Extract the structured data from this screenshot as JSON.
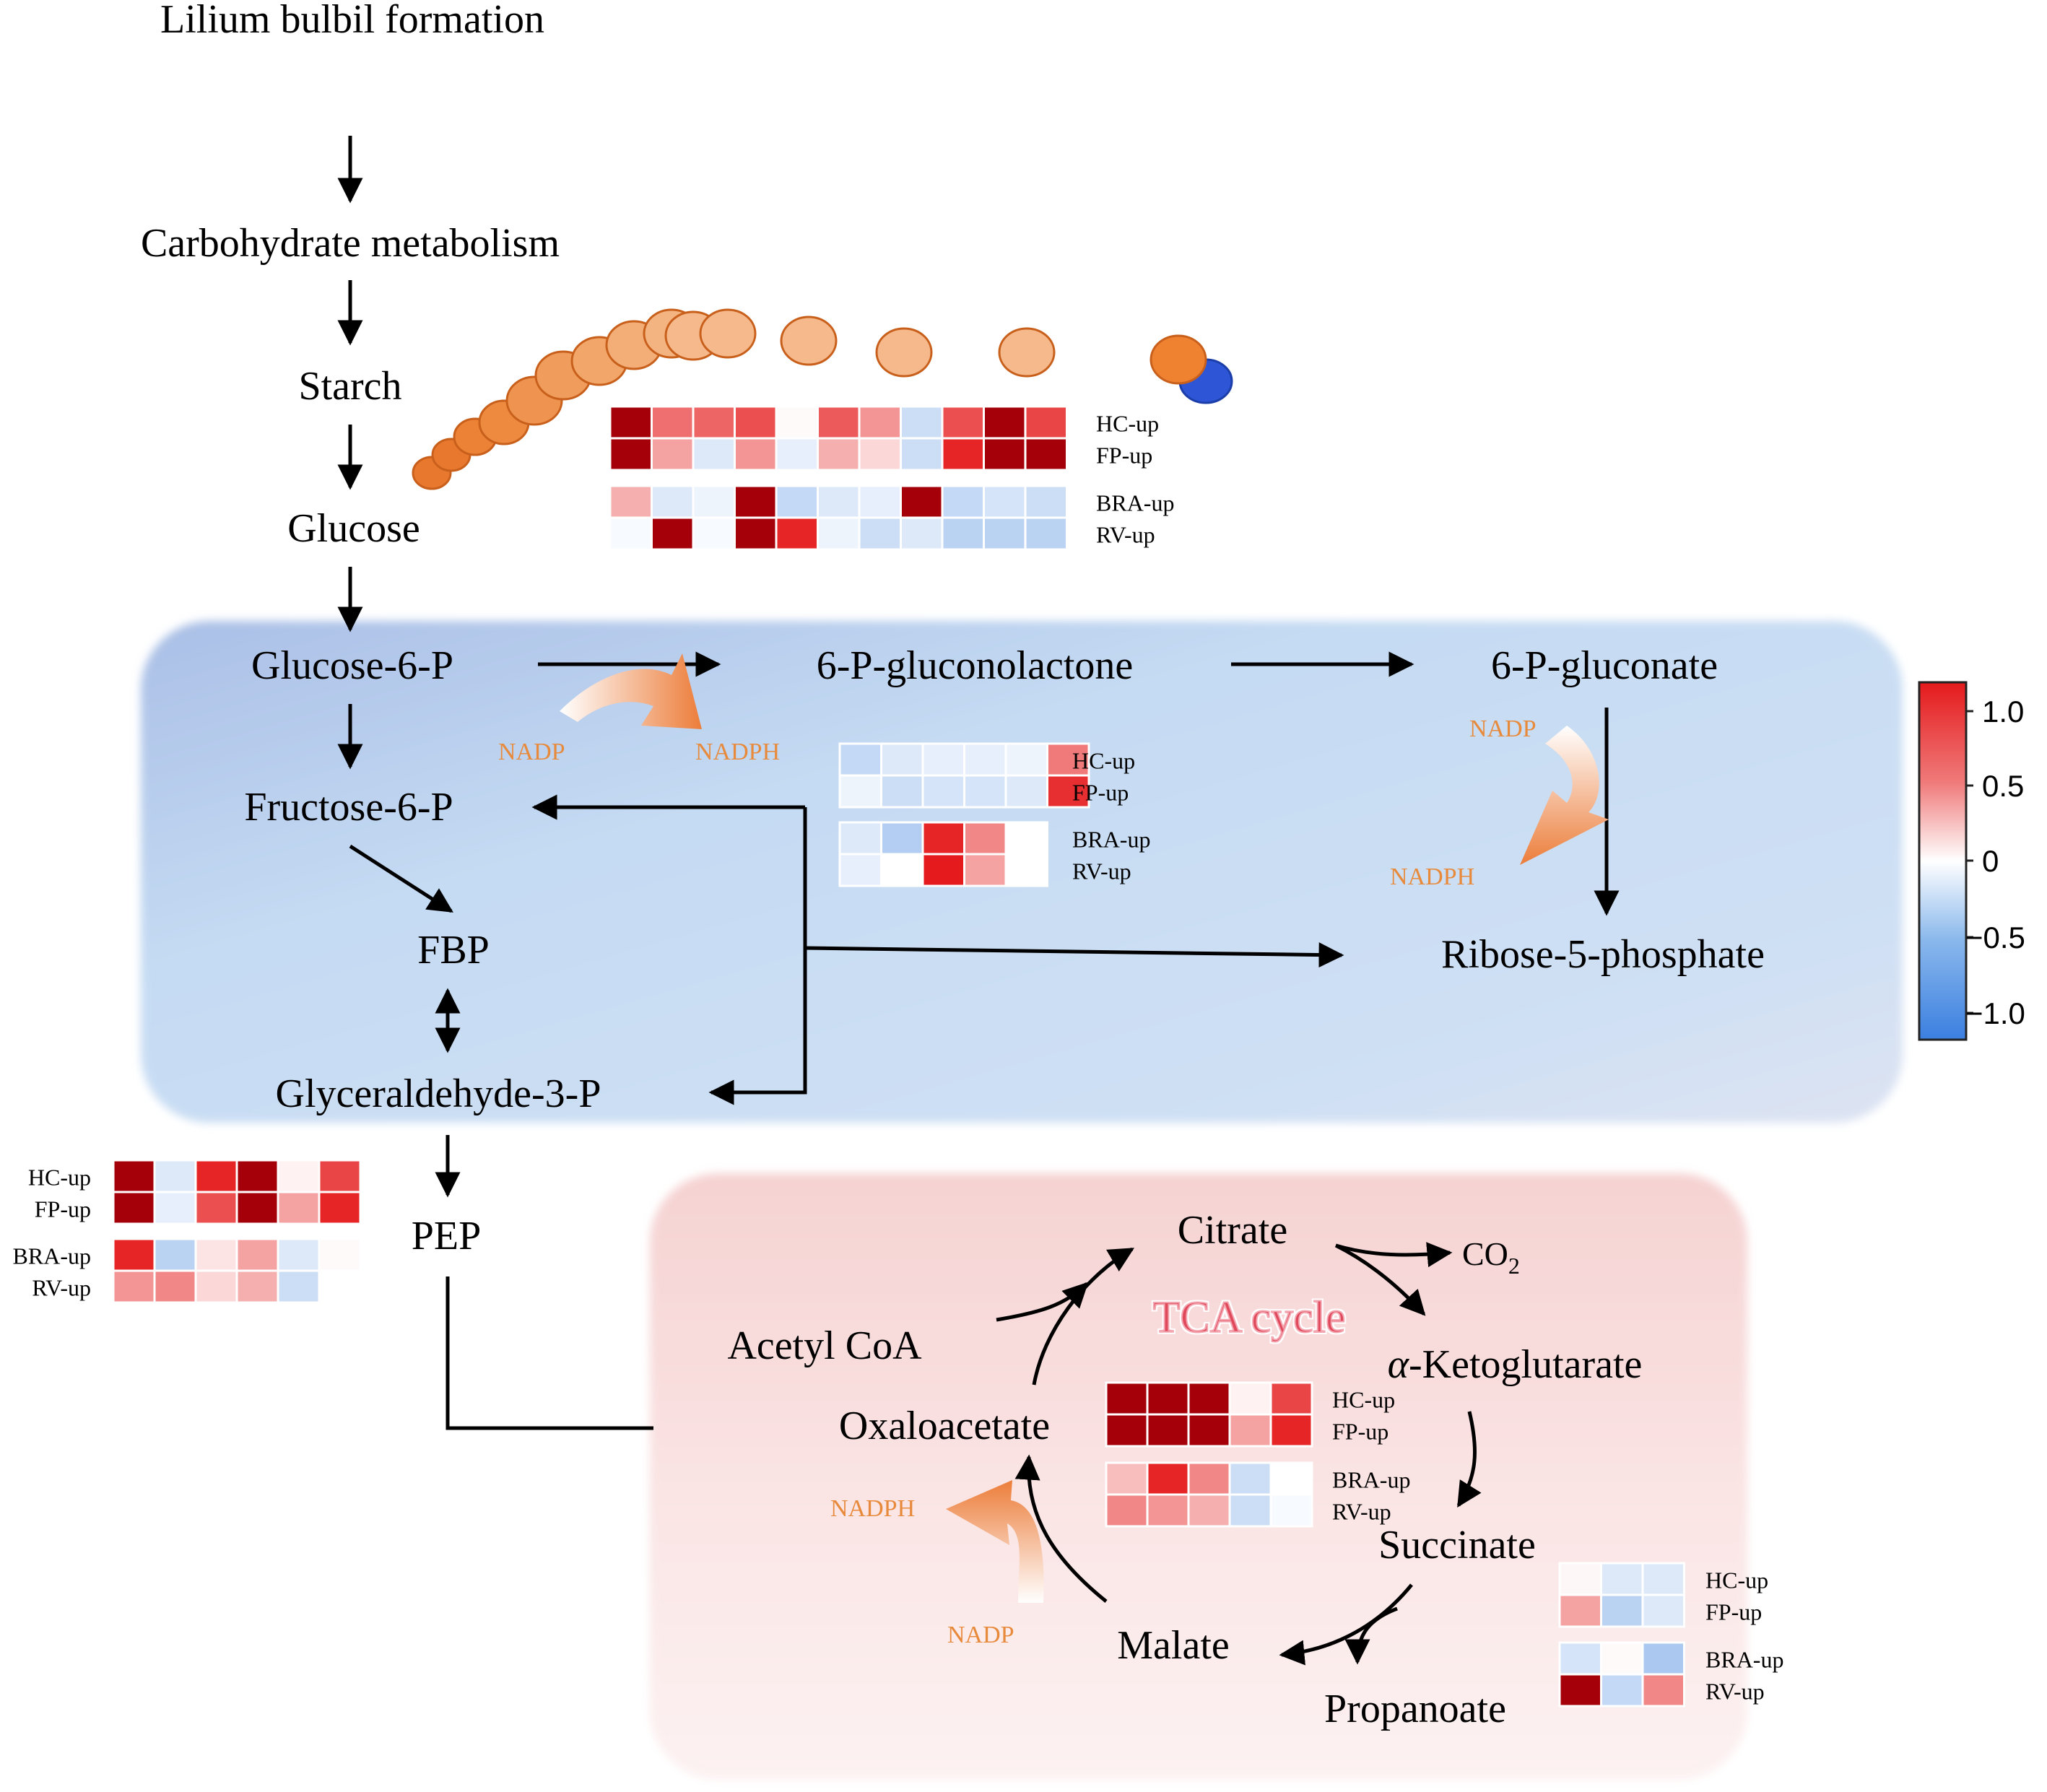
{
  "title": "Lilium bulbil formation",
  "nodes": {
    "carbohydrate": "Carbohydrate metabolism",
    "starch": "Starch",
    "glucose": "Glucose",
    "g6p": "Glucose-6-P",
    "gluconolactone": "6-P-gluconolactone",
    "gluconate": "6-P-gluconate",
    "f6p": "Fructose-6-P",
    "fbp": "FBP",
    "r5p": "Ribose-5-phosphate",
    "g3p": "Glyceraldehyde-3-P",
    "pep": "PEP",
    "citrate": "Citrate",
    "co2_main": "CO",
    "co2_sub": "2",
    "tca": "TCA cycle",
    "acetyl": "Acetyl CoA",
    "akg_prefix": "α",
    "akg_rest": "-Ketoglutarate",
    "oxaloacetate": "Oxaloacetate",
    "succinate": "Succinate",
    "malate": "Malate",
    "propanoate": "Propanoate"
  },
  "cofactors": {
    "nadp": "NADP",
    "nadph": "NADPH"
  },
  "colors": {
    "panel_blue": "#c3d9f1",
    "panel_pink": "#f8dcdc",
    "arrow": "#000000",
    "cofactor_orange": "#e88a3c",
    "starch_dark": "#e9782f",
    "starch_light": "#f5b98c",
    "glucose_blue": "#2d55d6",
    "tca_label": "#e0485c"
  },
  "heatmap_colorbar": {
    "ticks": [
      "1.0",
      "0.5",
      "0",
      "−0.5",
      "−1.0"
    ],
    "min": -1.2,
    "max": 1.2
  },
  "heatmaps": [
    {
      "id": "starch",
      "groups": [
        {
          "rows": [
            {
              "label": "HC-up",
              "values": [
                1.1,
                0.55,
                0.6,
                0.7,
                0.02,
                0.65,
                0.4,
                -0.3,
                0.7,
                1.1,
                0.75
              ]
            },
            {
              "label": "FP-up",
              "values": [
                1.1,
                0.35,
                -0.2,
                0.4,
                -0.15,
                0.3,
                0.15,
                -0.3,
                0.9,
                1.1,
                1.1
              ]
            }
          ]
        },
        {
          "rows": [
            {
              "label": "BRA-up",
              "values": [
                0.3,
                -0.2,
                -0.1,
                1.1,
                -0.35,
                -0.2,
                -0.15,
                1.1,
                -0.35,
                -0.25,
                -0.3
              ]
            },
            {
              "label": "RV-up",
              "values": [
                -0.05,
                1.1,
                -0.05,
                1.1,
                0.9,
                -0.1,
                -0.3,
                -0.2,
                -0.4,
                -0.4,
                -0.4
              ]
            }
          ]
        }
      ]
    },
    {
      "id": "ppp",
      "groups": [
        {
          "rows": [
            {
              "label": "HC-up",
              "values": [
                -0.35,
                -0.2,
                -0.15,
                -0.15,
                -0.1,
                0.5
              ]
            },
            {
              "label": "FP-up",
              "values": [
                -0.1,
                -0.3,
                -0.25,
                -0.25,
                -0.2,
                0.85
              ]
            }
          ]
        },
        {
          "rows": [
            {
              "label": "BRA-up",
              "values": [
                -0.2,
                -0.45,
                0.9,
                0.45,
                0.0
              ]
            },
            {
              "label": "RV-up",
              "values": [
                -0.15,
                0.0,
                0.95,
                0.35,
                0.0
              ]
            }
          ]
        }
      ]
    },
    {
      "id": "glycolysis",
      "groups": [
        {
          "rows": [
            {
              "label": "HC-up",
              "values": [
                1.1,
                -0.2,
                0.9,
                1.1,
                0.05,
                0.75
              ]
            },
            {
              "label": "FP-up",
              "values": [
                1.1,
                -0.15,
                0.7,
                1.1,
                0.35,
                0.9
              ]
            }
          ]
        },
        {
          "rows": [
            {
              "label": "BRA-up",
              "values": [
                0.9,
                -0.4,
                0.1,
                0.35,
                -0.2,
                0.02
              ]
            },
            {
              "label": "RV-up",
              "values": [
                0.4,
                0.45,
                0.15,
                0.3,
                -0.3,
                0.0
              ]
            }
          ]
        }
      ]
    },
    {
      "id": "tca",
      "groups": [
        {
          "rows": [
            {
              "label": "HC-up",
              "values": [
                1.1,
                1.1,
                1.1,
                0.05,
                0.75
              ]
            },
            {
              "label": "FP-up",
              "values": [
                1.1,
                1.1,
                1.1,
                0.35,
                0.9
              ]
            }
          ]
        },
        {
          "rows": [
            {
              "label": "BRA-up",
              "values": [
                0.25,
                0.9,
                0.45,
                -0.3,
                0.0
              ]
            },
            {
              "label": "RV-up",
              "values": [
                0.45,
                0.4,
                0.3,
                -0.3,
                -0.05
              ]
            }
          ]
        }
      ]
    },
    {
      "id": "succinate",
      "groups": [
        {
          "rows": [
            {
              "label": "HC-up",
              "values": [
                0.03,
                -0.2,
                -0.2
              ]
            },
            {
              "label": "FP-up",
              "values": [
                0.35,
                -0.4,
                -0.2
              ]
            }
          ]
        },
        {
          "rows": [
            {
              "label": "BRA-up",
              "values": [
                -0.25,
                0.02,
                -0.5
              ]
            },
            {
              "label": "RV-up",
              "values": [
                1.1,
                -0.35,
                0.45
              ]
            }
          ]
        }
      ]
    }
  ]
}
